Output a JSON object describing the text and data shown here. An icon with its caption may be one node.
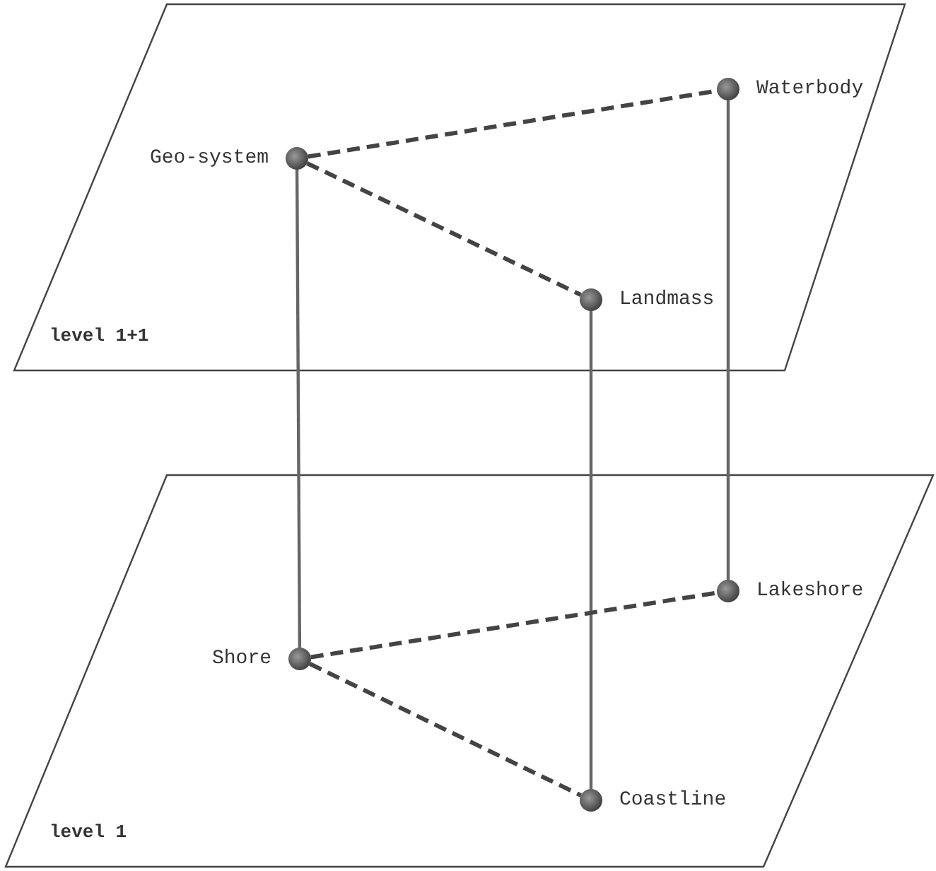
{
  "diagram": {
    "nodes": [
      {
        "text": [
          "level 1+1"
        ]
      },
      {
        "text": [
          "Geo-system"
        ],
        "in": 0
      },
      {
        "text": [
          "Waterbody"
        ],
        "in": 0
      },
      {
        "text": [
          "Landmass"
        ],
        "in": 0
      },
      {
        "text": [
          "level 1"
        ]
      },
      {
        "text": [
          "Shore"
        ],
        "in": 4
      },
      {
        "text": [
          "Lakeshore"
        ],
        "in": 4
      },
      {
        "text": [
          "Coastline"
        ],
        "in": 4
      }
    ],
    "edges": [
      {
        "from": 1,
        "to": 2,
        "arrow": "none",
        "style": "dashed"
      },
      {
        "from": 1,
        "to": 3,
        "arrow": "none",
        "style": "dashed"
      },
      {
        "from": 1,
        "to": 5,
        "arrow": "none"
      },
      {
        "from": 3,
        "to": 7,
        "arrow": "none"
      },
      {
        "from": 2,
        "to": 6,
        "arrow": "none"
      },
      {
        "from": 5,
        "to": 6,
        "arrow": "none",
        "style": "dashed"
      },
      {
        "from": 5,
        "to": 7,
        "arrow": "none",
        "style": "dashed"
      }
    ]
  }
}
